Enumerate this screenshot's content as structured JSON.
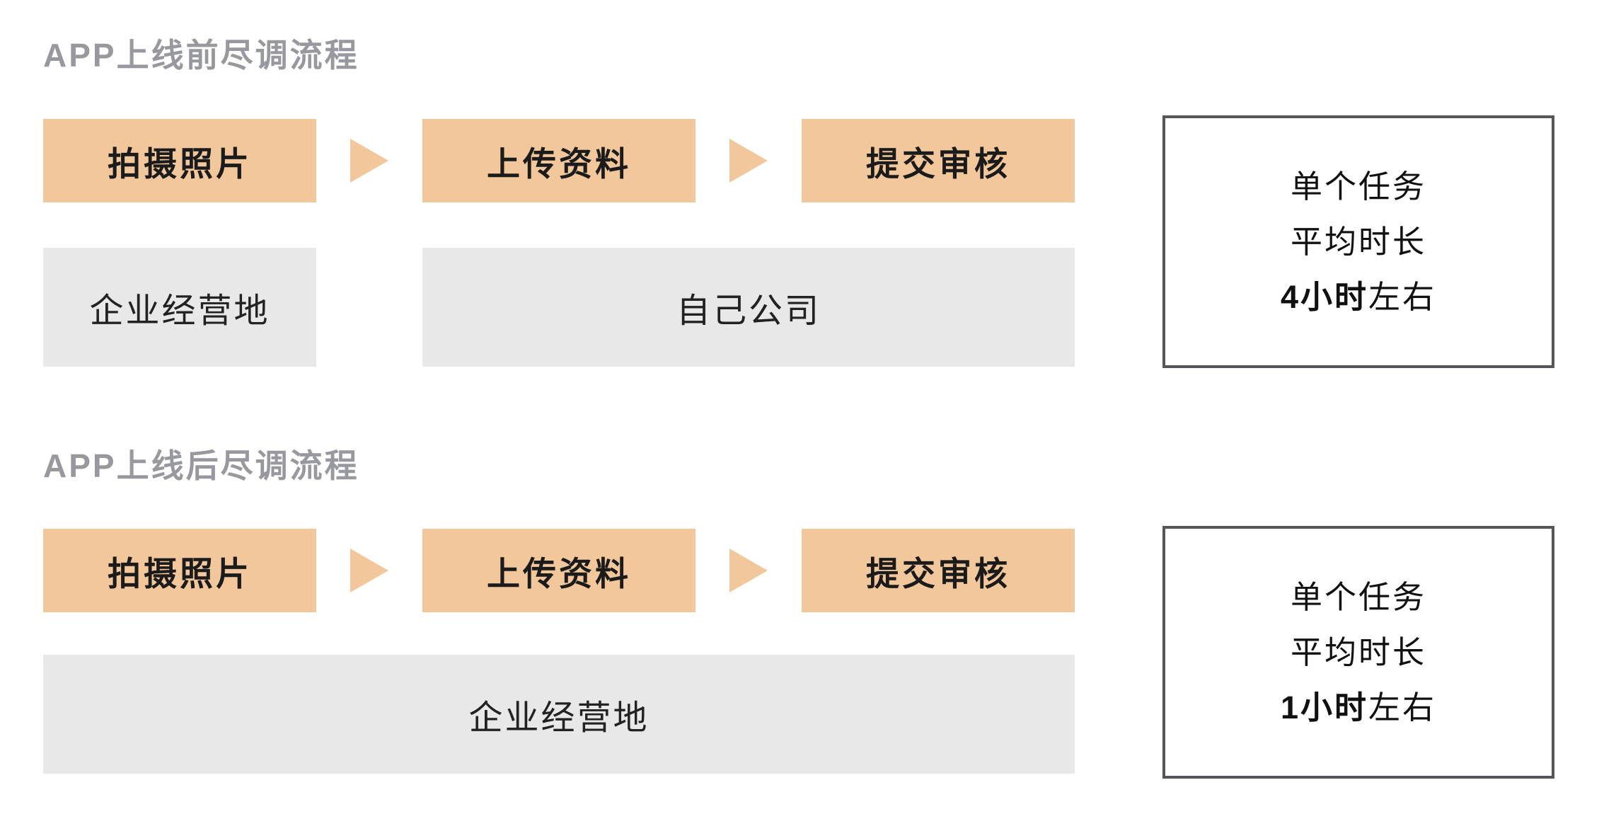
{
  "colors": {
    "accent_orange": "#f2c79b",
    "gray_box": "#e8e8e8",
    "title_gray": "#98989f",
    "info_border": "#55565a",
    "text": "#1b1b1b"
  },
  "sections": [
    {
      "title": "APP上线前尽调流程",
      "steps": [
        "拍摄照片",
        "上传资料",
        "提交审核"
      ],
      "locations": [
        "企业经营地",
        "自己公司"
      ],
      "info": {
        "lines": [
          "单个任务",
          "平均时长"
        ],
        "duration_bold": "4小时",
        "duration_rest": "左右"
      }
    },
    {
      "title": "APP上线后尽调流程",
      "steps": [
        "拍摄照片",
        "上传资料",
        "提交审核"
      ],
      "locations": [
        "企业经营地"
      ],
      "info": {
        "lines": [
          "单个任务",
          "平均时长"
        ],
        "duration_bold": "1小时",
        "duration_rest": "左右"
      }
    }
  ]
}
